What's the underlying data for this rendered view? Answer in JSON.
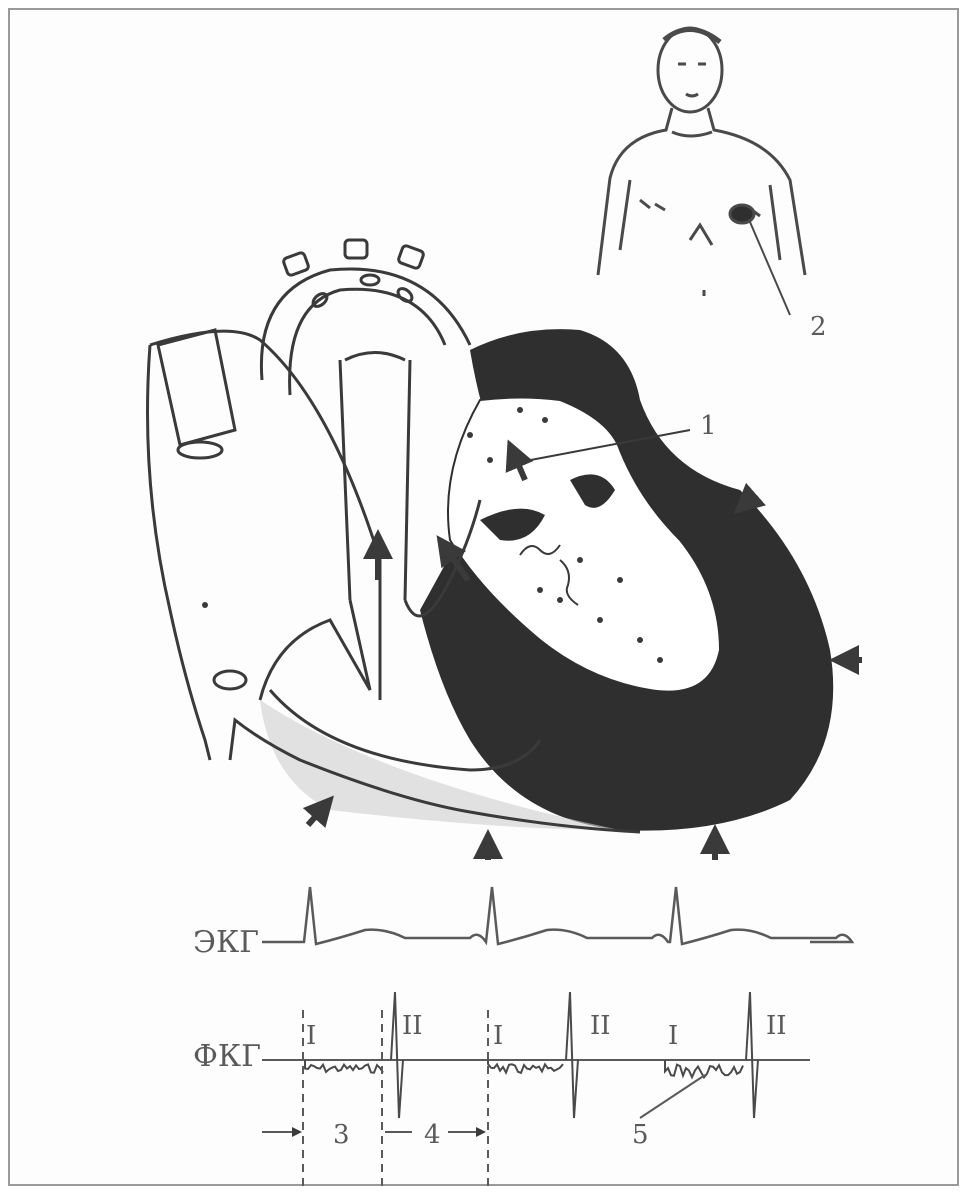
{
  "figure": {
    "callouts": {
      "c1": "1",
      "c2": "2",
      "c3": "3",
      "c4": "4",
      "c5": "5"
    },
    "traces": {
      "ecg_label": "ЭКГ",
      "pcg_label": "ФКГ"
    },
    "heart_sounds": {
      "first": "I",
      "second": "II"
    }
  },
  "colors": {
    "ink": "#5a5a5a",
    "myocardium": "#2f2f2f",
    "frame": "#9a9a9a"
  }
}
